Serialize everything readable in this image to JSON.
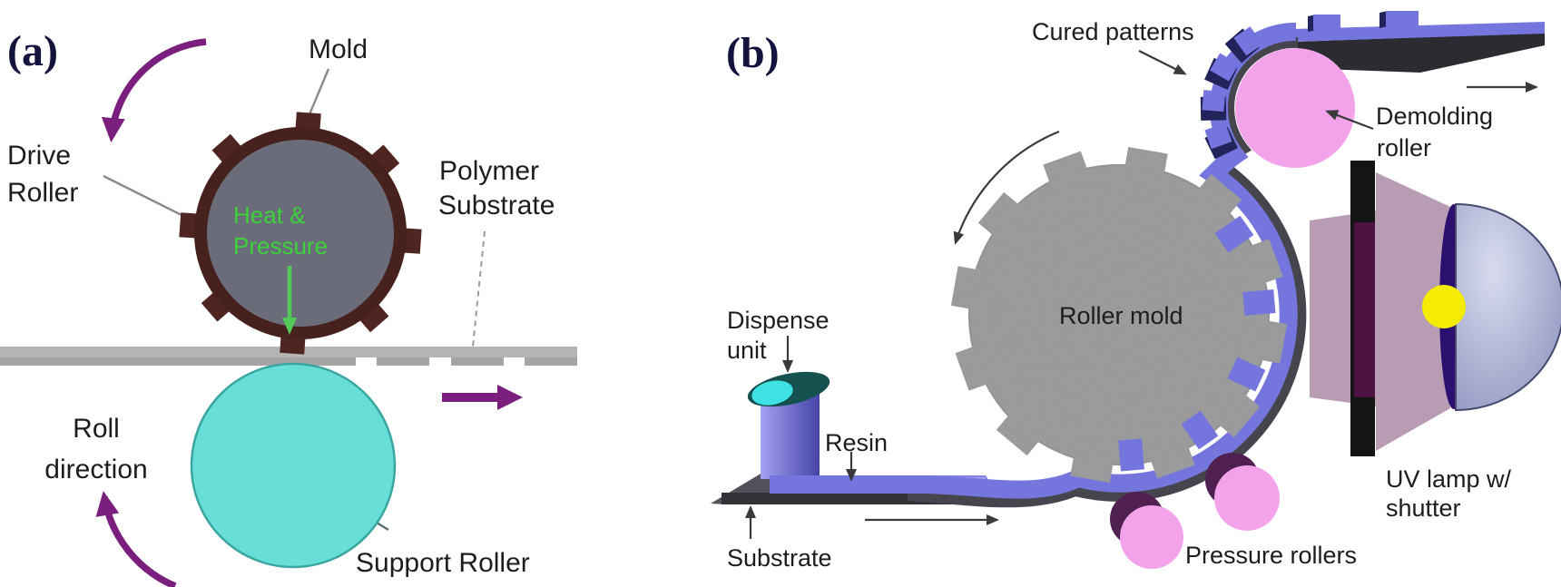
{
  "panel_a": {
    "tag": "(a)",
    "labels": {
      "mold": "Mold",
      "drive_roller_l1": "Drive",
      "drive_roller_l2": "Roller",
      "heat_l1": "Heat &",
      "heat_l2": "Pressure",
      "polymer_l1": "Polymer",
      "polymer_l2": "Substrate",
      "roll_dir_l1": "Roll",
      "roll_dir_l2": "direction",
      "support_roller": "Support Roller"
    }
  },
  "panel_b": {
    "tag": "(b)",
    "labels": {
      "cured_patterns": "Cured patterns",
      "demolding_l1": "Demolding",
      "demolding_l2": "roller",
      "roller_mold": "Roller mold",
      "dispense_l1": "Dispense",
      "dispense_l2": "unit",
      "resin": "Resin",
      "substrate": "Substrate",
      "pressure_rollers": "Pressure rollers",
      "uv_l1": "UV lamp w/",
      "uv_l2": "shutter"
    }
  },
  "colors": {
    "purple_arrow": "#7a1f7e",
    "green_text": "#3bd23b",
    "green_arrow": "#55c957",
    "drive_roller_body": "#6a6c79",
    "drive_roller_rim": "#46211e",
    "drive_roller_teeth": "#4f2522",
    "support_roller": "#67dfd8",
    "substrate_gray_top": "#b4b4b4",
    "substrate_gray_bottom": "#a5a5a5",
    "roller_mold_gray": "#9c9c9c",
    "film_blue": "#7476de",
    "film_dark": "#46454d",
    "bump_shadow_navy": "#23235c",
    "pink_roller": "#f2a3ea",
    "pink_roller_shadow": "#4f2050",
    "resin_purple": "#6d6bd0",
    "dispense_teal": "#14514f",
    "dispense_cyan": "#3fe2e2",
    "substrate_b_dark": "#323137",
    "uv_beam": "#b79cb4",
    "uv_dome_light": "#d9dcef",
    "uv_dome_dark": "#8e94bf",
    "uv_lens": "#2c1070",
    "bulb_yellow": "#f4ec05",
    "shutter_black": "#141414",
    "shutter_slit": "#4c1342",
    "exit_band_dark": "#2c2b31"
  }
}
